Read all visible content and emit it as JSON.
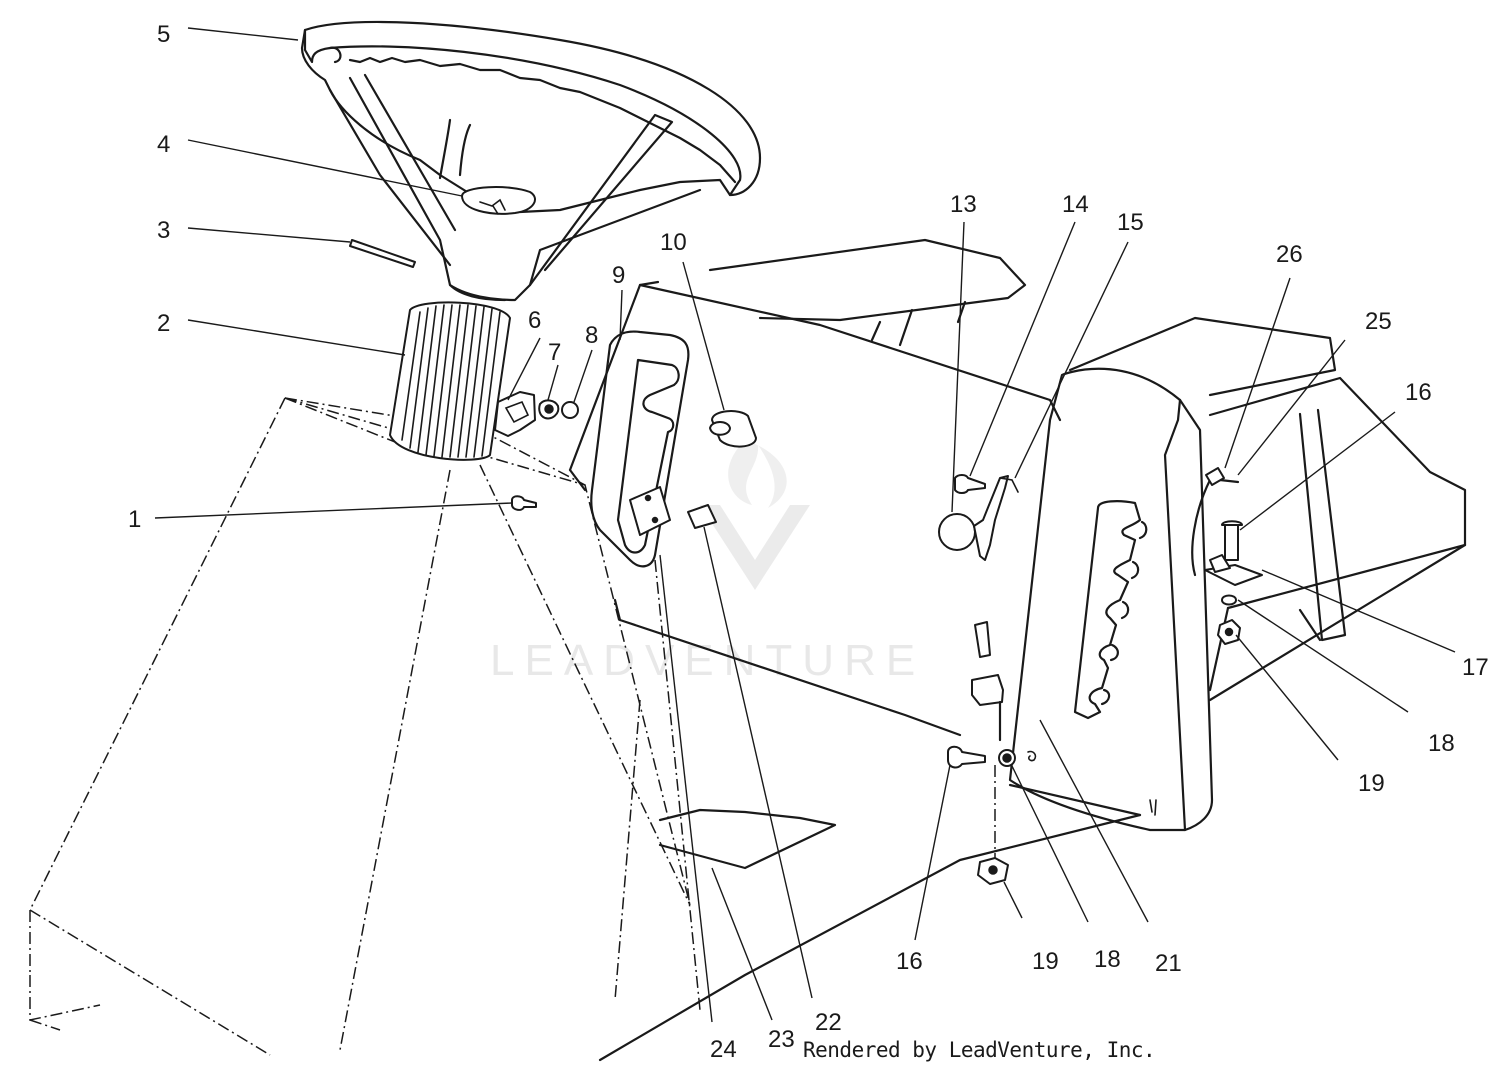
{
  "diagram": {
    "credit": "Rendered by LeadVenture, Inc.",
    "watermark": "LEADVENTURE",
    "callouts": [
      {
        "id": "c1",
        "label": "1"
      },
      {
        "id": "c2",
        "label": "2"
      },
      {
        "id": "c3",
        "label": "3"
      },
      {
        "id": "c4",
        "label": "4"
      },
      {
        "id": "c5",
        "label": "5"
      },
      {
        "id": "c6",
        "label": "6"
      },
      {
        "id": "c7",
        "label": "7"
      },
      {
        "id": "c8",
        "label": "8"
      },
      {
        "id": "c9",
        "label": "9"
      },
      {
        "id": "c10",
        "label": "10"
      },
      {
        "id": "c13",
        "label": "13"
      },
      {
        "id": "c14",
        "label": "14"
      },
      {
        "id": "c15",
        "label": "15"
      },
      {
        "id": "c26",
        "label": "26"
      },
      {
        "id": "c25",
        "label": "25"
      },
      {
        "id": "c16a",
        "label": "16"
      },
      {
        "id": "c17",
        "label": "17"
      },
      {
        "id": "c18a",
        "label": "18"
      },
      {
        "id": "c19a",
        "label": "19"
      },
      {
        "id": "c16b",
        "label": "16"
      },
      {
        "id": "c19b",
        "label": "19"
      },
      {
        "id": "c18b",
        "label": "18"
      },
      {
        "id": "c21",
        "label": "21"
      },
      {
        "id": "c22",
        "label": "22"
      },
      {
        "id": "c23",
        "label": "23"
      },
      {
        "id": "c24",
        "label": "24"
      }
    ]
  }
}
